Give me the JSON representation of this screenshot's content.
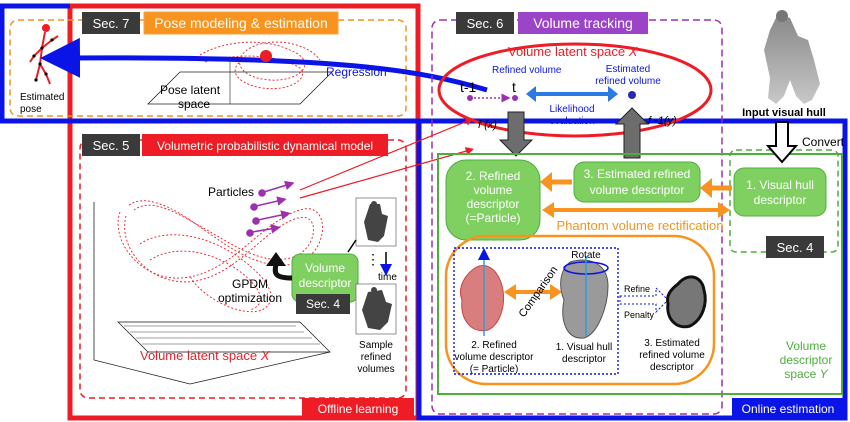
{
  "colors": {
    "red": "#ee1c24",
    "blue": "#0a14e6",
    "green": "#4caf3c",
    "green_fill": "#7fd060",
    "orange": "#f7931e",
    "orange_fill": "#fbb040",
    "purple": "#9b30b0",
    "purple_fill": "#9b44c8",
    "dark_tag": "#3a3a3a",
    "arrow_gray": "#6d6d6d"
  },
  "sec7": {
    "tag": "Sec. 7",
    "title": "Pose modeling & estimation",
    "regression": "Regression",
    "pose_latent": "Pose latent",
    "pose_latent2": "space",
    "estimated_pose": "Estimated",
    "estimated_pose2": "pose"
  },
  "sec6": {
    "tag": "Sec. 6",
    "title": "Volume tracking",
    "latent_title": "Volume latent space ",
    "latent_var": "X",
    "t_minus": "t-1",
    "t": "t",
    "refined_volume": "Refined volume",
    "estimated_refined": "Estimated",
    "estimated_refined2": "refined volume",
    "likelihood": "Likelihood",
    "likelihood2": "evaluation",
    "fx": "f (x)",
    "finv": "f -1(y)"
  },
  "sec5": {
    "tag": "Sec. 5",
    "title": "Volumetric probabilistic dynamical model",
    "particles": "Particles",
    "gpdm": "GPDM",
    "gpdm2": "optimization",
    "volume_descriptor": "Volume",
    "volume_descriptor2": "descriptor",
    "sec4_inner": "Sec. 4",
    "time": "time",
    "latent_bottom": "Volume latent space ",
    "latent_bottom_var": "X",
    "sample": "Sample",
    "sample2": "refined",
    "sample3": "volumes"
  },
  "sec4": {
    "tag": "Sec. 4",
    "input_hull": "Input visual hull",
    "convert": "Convert",
    "visual_hull_desc": "1. Visual hull",
    "visual_hull_desc2": "descriptor",
    "descriptor_space": "Volume",
    "descriptor_space2": "descriptor",
    "descriptor_space3": "space ",
    "descriptor_space_var": "Y"
  },
  "middle": {
    "refined_desc": "2. Refined",
    "refined_desc2": "volume",
    "refined_desc3": "descriptor",
    "refined_desc4": "(=Particle)",
    "est_desc": "3. Estimated refined",
    "est_desc2": "volume descriptor",
    "phantom": "Phantom volume rectification"
  },
  "detail": {
    "comparison": "Comparison",
    "rotate": "Rotate",
    "refine": "Refine",
    "penalty": "Penalty",
    "d2": "2. Refined",
    "d2b": "volume descriptor",
    "d2c": "(= Particle)",
    "d1": "1. Visual hull",
    "d1b": "descriptor",
    "d3": "3. Estimated",
    "d3b": "refined volume",
    "d3c": "descriptor"
  },
  "footer": {
    "offline": "Offline learning",
    "online": "Online estimation"
  }
}
